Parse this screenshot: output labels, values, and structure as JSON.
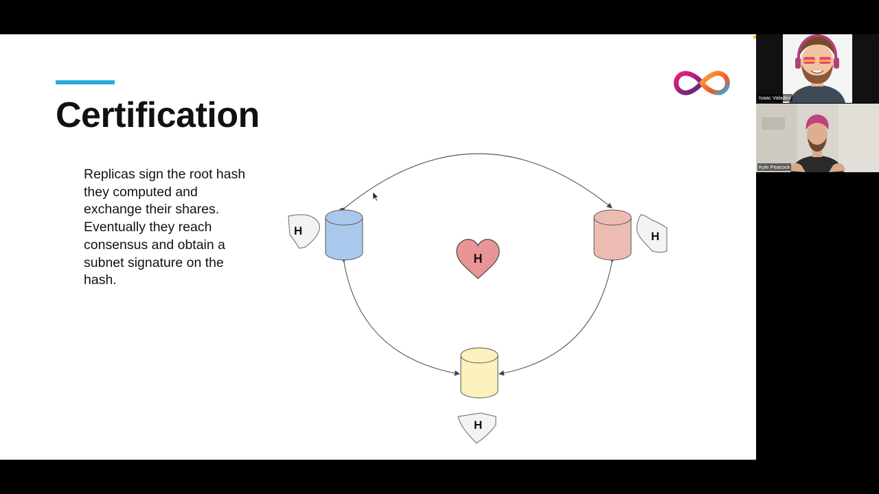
{
  "slide": {
    "title": "Certification",
    "body": "Replicas sign the root hash they computed and exchange their shares. Eventually they reach consensus and obtain a subnet signature on the hash.",
    "center_heart_label": "H",
    "share_labels": [
      "H",
      "H",
      "H"
    ],
    "colors": {
      "accent": "#29abe2",
      "replica_left": "#a9c8ec",
      "replica_right": "#ecbcb2",
      "replica_bottom": "#fbf1bd",
      "heart": "#e99595"
    }
  },
  "participants": [
    {
      "name": "Isaac Valadez"
    },
    {
      "name": "Kyle Peacock"
    }
  ]
}
